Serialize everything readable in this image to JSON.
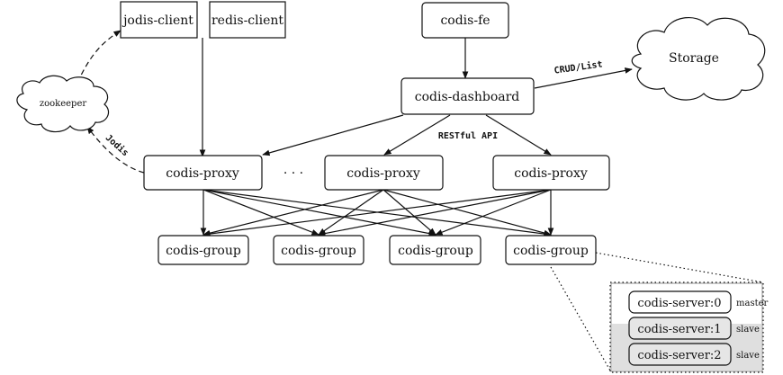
{
  "nodes": {
    "jodis_client": "jodis-client",
    "redis_client": "redis-client",
    "codis_fe": "codis-fe",
    "storage": "Storage",
    "zookeeper": "zookeeper",
    "dashboard": "codis-dashboard",
    "proxy_1": "codis-proxy",
    "proxy_2": "codis-proxy",
    "proxy_3": "codis-proxy",
    "proxy_ellipsis": "· · ·",
    "group_1": "codis-group",
    "group_2": "codis-group",
    "group_3": "codis-group",
    "group_4": "codis-group"
  },
  "edge_labels": {
    "crud_list": "CRUD/List",
    "restful_api": "RESTful API",
    "jodis": "Jodis"
  },
  "detail": {
    "servers": [
      {
        "name": "codis-server:0",
        "role": "master"
      },
      {
        "name": "codis-server:1",
        "role": "slave"
      },
      {
        "name": "codis-server:2",
        "role": "slave"
      }
    ]
  },
  "colors": {
    "line": "#111111",
    "box_fill": "#ffffff",
    "shade": "#d9d9d9"
  }
}
